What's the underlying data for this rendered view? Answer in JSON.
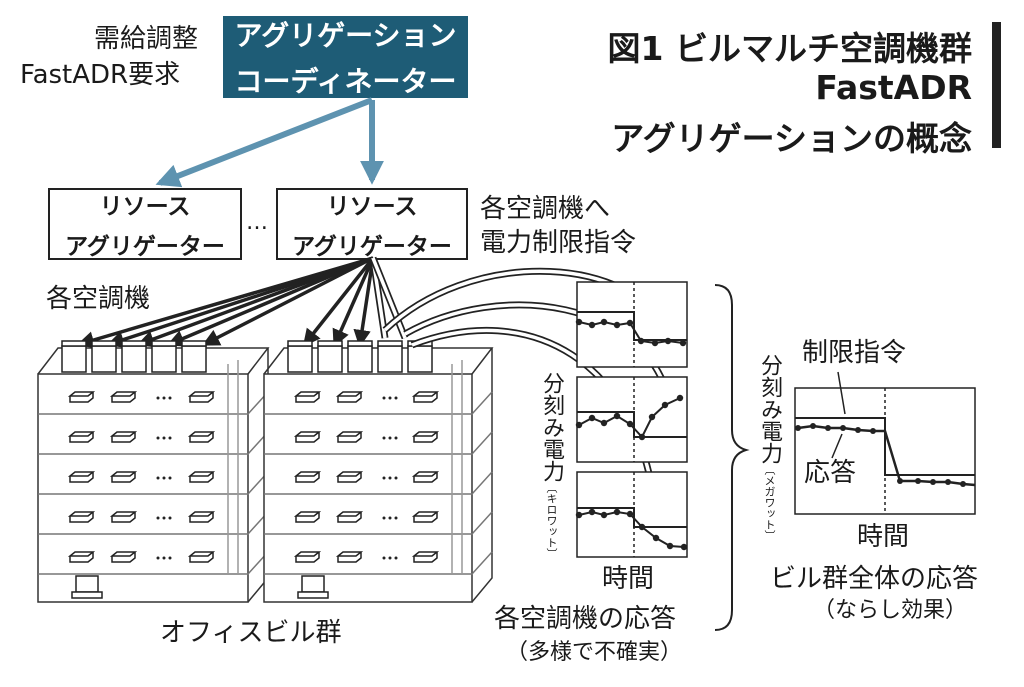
{
  "request": {
    "line1": "需給調整",
    "line2": "FastADR要求"
  },
  "coordinator": {
    "line1": "アグリゲーション",
    "line2": "コーディネーター"
  },
  "title": {
    "line1": "図1  ビルマルチ空調機群",
    "line2": "FastADR",
    "line3": "アグリゲーションの概念"
  },
  "aggregators": [
    {
      "line1": "リソース",
      "line2": "アグリゲーター"
    },
    {
      "line1": "リソース",
      "line2": "アグリゲーター"
    }
  ],
  "ellipsis": "…",
  "command": {
    "line1": "各空調機へ",
    "line2": "電力制限指令"
  },
  "units_label": "各空調機",
  "building_label": "オフィスビル群",
  "unit_graph": {
    "ylabel": "分刻み電力",
    "yunit": "〔キロワット〕",
    "xlabel": "時間",
    "caption1": "各空調機の応答",
    "caption2": "（多様で不確実）"
  },
  "total_graph": {
    "ylabel": "分刻み電力",
    "yunit": "〔メガワット〕",
    "xlabel": "時間",
    "command_label": "制限指令",
    "response_label": "応答",
    "caption1": "ビル群全体の応答",
    "caption2": "（ならし効果）"
  },
  "colors": {
    "coordinator": "#1e5c76",
    "arrow_blue": "#5e93b0",
    "line": "#222222"
  }
}
